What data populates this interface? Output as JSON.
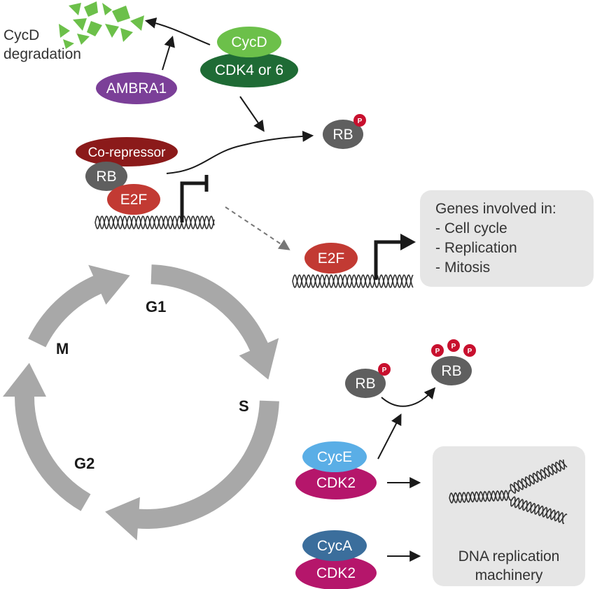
{
  "colors": {
    "cycd": "#6cc04a",
    "cdk46": "#1f6b35",
    "ambra1": "#7b3f98",
    "corepressor": "#8b1a1a",
    "rb": "#5f5f5f",
    "e2f": "#c23a33",
    "phospho": "#c8102e",
    "cyce": "#5aaee6",
    "cyca": "#3b6e9c",
    "cdk2": "#b5166b",
    "cycle_arrow": "#a8a8a8",
    "gene_box": "#e6e6e6"
  },
  "labels": {
    "cycd_degradation_line1": "CycD",
    "cycd_degradation_line2": "degradation",
    "cycd": "CycD",
    "cdk4_6": "CDK4 or 6",
    "ambra1": "AMBRA1",
    "co_repressor": "Co-repressor",
    "rb": "RB",
    "e2f": "E2F",
    "phospho": "P",
    "cyce": "CycE",
    "cyca": "CycA",
    "cdk2": "CDK2",
    "dna_replication_line1": "DNA replication",
    "dna_replication_line2": "machinery"
  },
  "genes_box": {
    "title": "Genes involved in:",
    "items": [
      "- Cell cycle",
      "- Replication",
      "- Mitosis"
    ]
  },
  "cell_cycle": {
    "phases": [
      "G1",
      "S",
      "G2",
      "M"
    ]
  }
}
